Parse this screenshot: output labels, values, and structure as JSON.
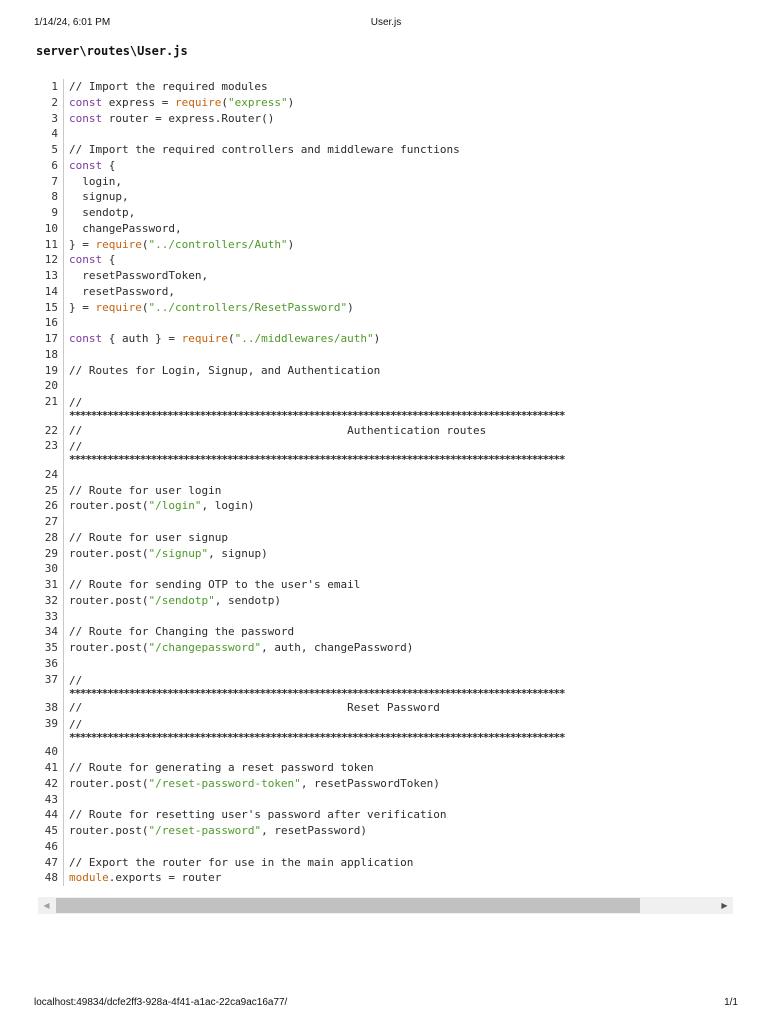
{
  "print_header": {
    "datetime": "1/14/24, 6:01 PM",
    "title": "User.js"
  },
  "file_path": "server\\routes\\User.js",
  "lines": [
    {
      "n": "1",
      "tokens": [
        [
          "cm",
          "// Import the required modules"
        ]
      ]
    },
    {
      "n": "2",
      "tokens": [
        [
          "kw",
          "const"
        ],
        [
          "",
          " express = "
        ],
        [
          "fn",
          "require"
        ],
        [
          "",
          "("
        ],
        [
          "str",
          "\"express\""
        ],
        [
          "",
          ")"
        ]
      ]
    },
    {
      "n": "3",
      "tokens": [
        [
          "kw",
          "const"
        ],
        [
          "",
          " router = express.Router()"
        ]
      ]
    },
    {
      "n": "4",
      "tokens": []
    },
    {
      "n": "5",
      "tokens": [
        [
          "cm",
          "// Import the required controllers and middleware functions"
        ]
      ]
    },
    {
      "n": "6",
      "tokens": [
        [
          "kw",
          "const"
        ],
        [
          "",
          " {"
        ]
      ]
    },
    {
      "n": "7",
      "tokens": [
        [
          "",
          "  login,"
        ]
      ]
    },
    {
      "n": "8",
      "tokens": [
        [
          "",
          "  signup,"
        ]
      ]
    },
    {
      "n": "9",
      "tokens": [
        [
          "",
          "  sendotp,"
        ]
      ]
    },
    {
      "n": "10",
      "tokens": [
        [
          "",
          "  changePassword,"
        ]
      ]
    },
    {
      "n": "11",
      "tokens": [
        [
          "",
          "} = "
        ],
        [
          "fn",
          "require"
        ],
        [
          "",
          "("
        ],
        [
          "str",
          "\"../controllers/Auth\""
        ],
        [
          "",
          ")"
        ]
      ]
    },
    {
      "n": "12",
      "tokens": [
        [
          "kw",
          "const"
        ],
        [
          "",
          " {"
        ]
      ]
    },
    {
      "n": "13",
      "tokens": [
        [
          "",
          "  resetPasswordToken,"
        ]
      ]
    },
    {
      "n": "14",
      "tokens": [
        [
          "",
          "  resetPassword,"
        ]
      ]
    },
    {
      "n": "15",
      "tokens": [
        [
          "",
          "} = "
        ],
        [
          "fn",
          "require"
        ],
        [
          "",
          "("
        ],
        [
          "str",
          "\"../controllers/ResetPassword\""
        ],
        [
          "",
          ")"
        ]
      ]
    },
    {
      "n": "16",
      "tokens": []
    },
    {
      "n": "17",
      "tokens": [
        [
          "kw",
          "const"
        ],
        [
          "",
          " { auth } = "
        ],
        [
          "fn",
          "require"
        ],
        [
          "",
          "("
        ],
        [
          "str",
          "\"../middlewares/auth\""
        ],
        [
          "",
          ")"
        ]
      ]
    },
    {
      "n": "18",
      "tokens": []
    },
    {
      "n": "19",
      "tokens": [
        [
          "cm",
          "// Routes for Login, Signup, and Authentication"
        ]
      ]
    },
    {
      "n": "20",
      "tokens": []
    },
    {
      "n": "21",
      "wrap": true,
      "tokens": [
        [
          "cm",
          "//"
        ]
      ],
      "stars": "*******************************************************************************************"
    },
    {
      "n": "22",
      "tokens": [
        [
          "cm",
          "//                                        Authentication routes"
        ]
      ]
    },
    {
      "n": "23",
      "wrap": true,
      "tokens": [
        [
          "cm",
          "//"
        ]
      ],
      "stars": "*******************************************************************************************"
    },
    {
      "n": "24",
      "tokens": []
    },
    {
      "n": "25",
      "tokens": [
        [
          "cm",
          "// Route for user login"
        ]
      ]
    },
    {
      "n": "26",
      "tokens": [
        [
          "",
          "router.post("
        ],
        [
          "str",
          "\"/login\""
        ],
        [
          "",
          ", login)"
        ]
      ]
    },
    {
      "n": "27",
      "tokens": []
    },
    {
      "n": "28",
      "tokens": [
        [
          "cm",
          "// Route for user signup"
        ]
      ]
    },
    {
      "n": "29",
      "tokens": [
        [
          "",
          "router.post("
        ],
        [
          "str",
          "\"/signup\""
        ],
        [
          "",
          ", signup)"
        ]
      ]
    },
    {
      "n": "30",
      "tokens": []
    },
    {
      "n": "31",
      "tokens": [
        [
          "cm",
          "// Route for sending OTP to the user's email"
        ]
      ]
    },
    {
      "n": "32",
      "tokens": [
        [
          "",
          "router.post("
        ],
        [
          "str",
          "\"/sendotp\""
        ],
        [
          "",
          ", sendotp)"
        ]
      ]
    },
    {
      "n": "33",
      "tokens": []
    },
    {
      "n": "34",
      "tokens": [
        [
          "cm",
          "// Route for Changing the password"
        ]
      ]
    },
    {
      "n": "35",
      "tokens": [
        [
          "",
          "router.post("
        ],
        [
          "str",
          "\"/changepassword\""
        ],
        [
          "",
          ", auth, changePassword)"
        ]
      ]
    },
    {
      "n": "36",
      "tokens": []
    },
    {
      "n": "37",
      "wrap": true,
      "tokens": [
        [
          "cm",
          "//"
        ]
      ],
      "stars": "*******************************************************************************************"
    },
    {
      "n": "38",
      "tokens": [
        [
          "cm",
          "//                                        Reset Password"
        ]
      ]
    },
    {
      "n": "39",
      "wrap": true,
      "tokens": [
        [
          "cm",
          "//"
        ]
      ],
      "stars": "*******************************************************************************************"
    },
    {
      "n": "40",
      "tokens": []
    },
    {
      "n": "41",
      "tokens": [
        [
          "cm",
          "// Route for generating a reset password token"
        ]
      ]
    },
    {
      "n": "42",
      "tokens": [
        [
          "",
          "router.post("
        ],
        [
          "str",
          "\"/reset-password-token\""
        ],
        [
          "",
          ", resetPasswordToken)"
        ]
      ]
    },
    {
      "n": "43",
      "tokens": []
    },
    {
      "n": "44",
      "tokens": [
        [
          "cm",
          "// Route for resetting user's password after verification"
        ]
      ]
    },
    {
      "n": "45",
      "tokens": [
        [
          "",
          "router.post("
        ],
        [
          "str",
          "\"/reset-password\""
        ],
        [
          "",
          ", resetPassword)"
        ]
      ]
    },
    {
      "n": "46",
      "tokens": []
    },
    {
      "n": "47",
      "tokens": [
        [
          "cm",
          "// Export the router for use in the main application"
        ]
      ]
    },
    {
      "n": "48",
      "tokens": [
        [
          "fn",
          "module"
        ],
        [
          "",
          ".exports = router"
        ]
      ]
    }
  ],
  "scrollbar": {
    "left_icon": "chevron-left-icon",
    "right_icon": "chevron-right-icon",
    "position_fraction": 0.0
  },
  "print_footer": {
    "url": "localhost:49834/dcfe2ff3-928a-4f41-a1ac-22ca9ac16a77/",
    "page": "1/1"
  },
  "colors": {
    "keyword": "#7a3b9b",
    "function": "#c4640f",
    "string": "#4e9a2a",
    "text": "#2b2b2b"
  }
}
